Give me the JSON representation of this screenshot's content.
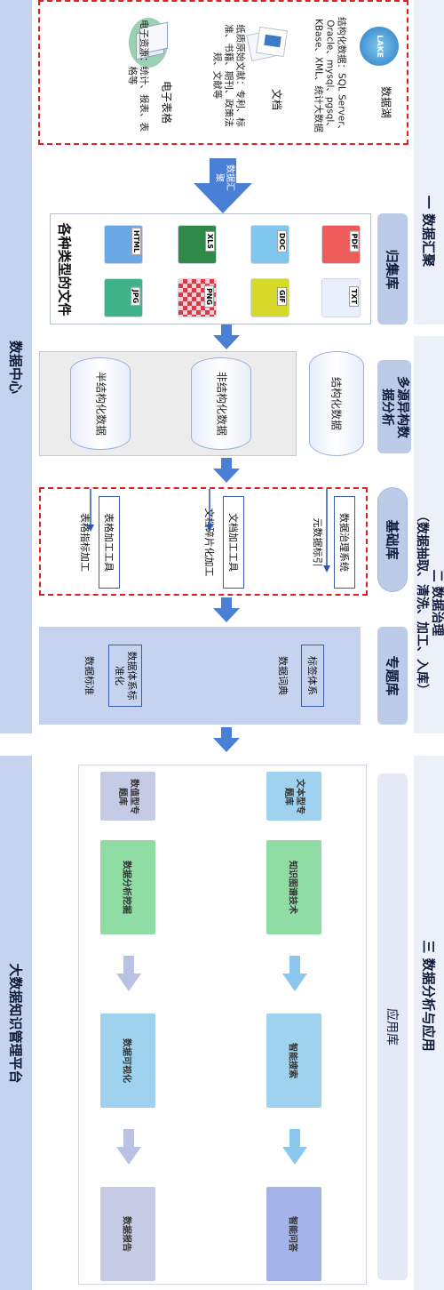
{
  "left_banner": {
    "top_label": "数据中心",
    "bottom_label": "大数据知识管理平台"
  },
  "sections": {
    "s1": "一 数据汇聚",
    "s2": "二 数据治理",
    "s2_sub": "（数据抽取、清洗、加工、入库）",
    "s3": "三 数据分析与应用"
  },
  "libraries": {
    "collect": "归集库",
    "multi_source": "多源异构数据分析",
    "base": "基础库",
    "topic": "专题库",
    "app": "应用库"
  },
  "data_lake": {
    "title": "数据湖",
    "lake_logo_text": "LAKE",
    "lake_desc": "结构化数据：SQL Server、Oracle、mysql、pgsql、KBase、XML、统计大数据",
    "doc_title": "文档",
    "doc_desc": "纸质原始文献：专利、标准、书籍、期刊、政策法规、文献等",
    "sheet_title": "电子表格",
    "sheet_desc": "电子资源：统计、报表、表格等"
  },
  "collect_arrow_label": "数据汇聚",
  "file_types": {
    "caption": "各种类型的文件",
    "icons": [
      "PDF",
      "TXT",
      "DOC",
      "GIF",
      "XLS",
      "PNG",
      "HTML",
      "JPG"
    ]
  },
  "structured": {
    "structured": "结构化数据",
    "unstructured": "非结构化数据",
    "semi": "半结构化数据"
  },
  "governance": {
    "system": "数据治理系统",
    "meta_index": "元数据标引",
    "doc_tool": "文档加工工具",
    "doc_frag": "文档碎片化加工",
    "table_tool": "表格加工工具",
    "table_index": "表格指标加工"
  },
  "topic_lib": {
    "tag_system": "标签体系",
    "dictionary": "数据词典",
    "standardize": "数据体系标准化",
    "standard": "数据标准"
  },
  "apps": {
    "row1": [
      "文本型专题库",
      "知识图谱技术",
      "智能搜索",
      "智能问答"
    ],
    "row2": [
      "数值型专题库",
      "数据分析挖掘",
      "数据可视化",
      "数据报告"
    ]
  },
  "colors": {
    "band": "#c5d3ef",
    "arrow_blue": "#4a7fd6",
    "dash_red": "#e02020",
    "app_blue": "#9fd2ee",
    "app_green": "#8fdca4",
    "app_grayblue": "#c5cbe4",
    "app_lavender": "#a4b4ea"
  }
}
